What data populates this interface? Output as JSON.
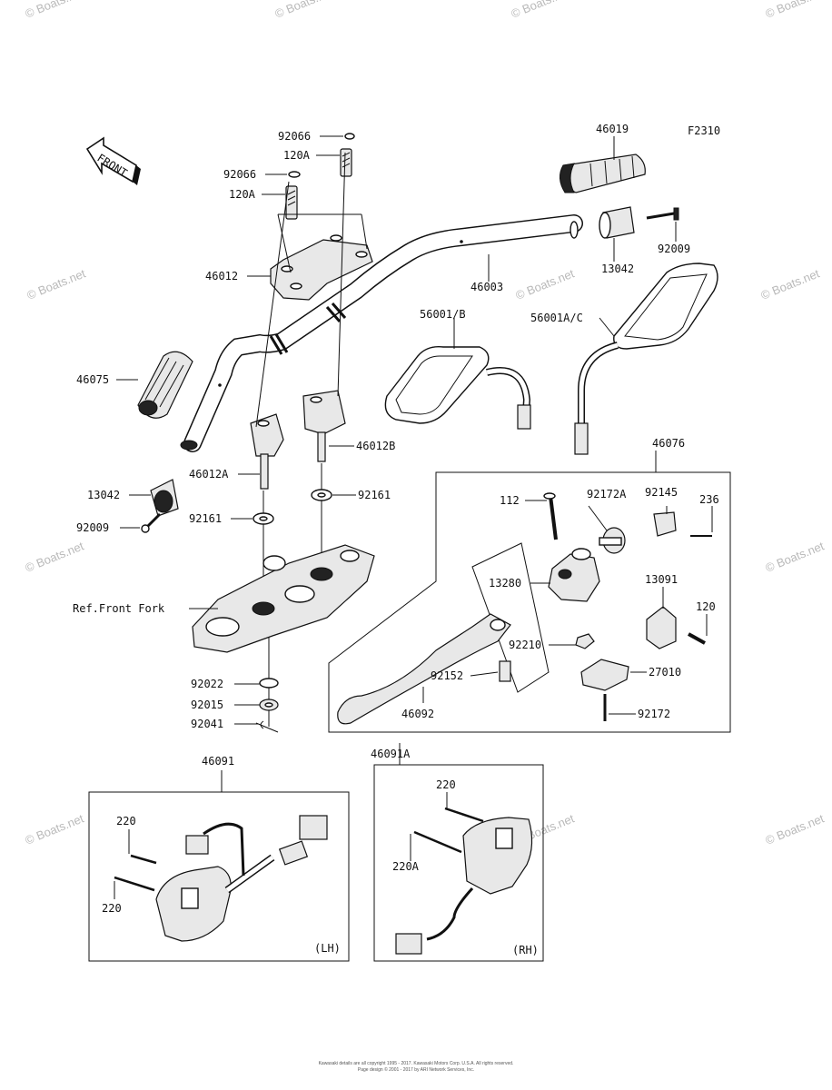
{
  "figure_code": "F2310",
  "front_label": "FRONT",
  "watermark": "© Boats.net",
  "footer": {
    "line1": "Kawasaki details are all copyright 1995 - 2017. Kawasaki Motors Corp. U.S.A. All rights reserved.",
    "line2": "Page design © 2001 - 2017 by ARI Network Services, Inc."
  },
  "ref_text": "Ref.Front Fork",
  "labels": {
    "p92066a": "92066",
    "p120Aa": "120A",
    "p92066b": "92066",
    "p120Ab": "120A",
    "p46012": "46012",
    "p46003": "46003",
    "p46019": "46019",
    "p13042a": "13042",
    "p92009a": "92009",
    "p56001B": "56001/B",
    "p56001AC": "56001A/C",
    "p46075": "46075",
    "p46012B": "46012B",
    "p46012A": "46012A",
    "p13042b": "13042",
    "p92009b": "92009",
    "p92161a": "92161",
    "p92161b": "92161",
    "p46076": "46076",
    "p112": "112",
    "p92172A": "92172A",
    "p92145": "92145",
    "p236": "236",
    "p13280": "13280",
    "p13091": "13091",
    "p120": "120",
    "p92210": "92210",
    "p27010": "27010",
    "p92152": "92152",
    "p46092": "46092",
    "p92172": "92172",
    "p92022": "92022",
    "p92015": "92015",
    "p92041": "92041",
    "p46091": "46091",
    "p46091A": "46091A",
    "p220a": "220",
    "p220b": "220",
    "p220c": "220",
    "p220A": "220A",
    "lh": "(LH)",
    "rh": "(RH)"
  }
}
